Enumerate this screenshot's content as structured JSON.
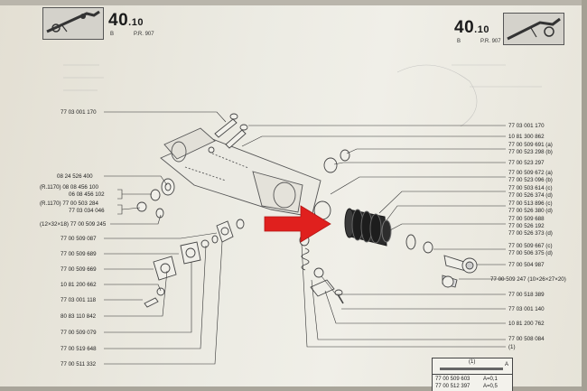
{
  "header": {
    "left_chapter": "40",
    "left_chapter_sub": ".10",
    "left_code_a": "B",
    "left_code_b": "P.R. 907",
    "right_chapter": "40",
    "right_chapter_sub": ".10",
    "right_code_a": "B",
    "right_code_b": "P.R. 907"
  },
  "left_labels": [
    "77 03 001 170",
    "08 24 526 400",
    "(R.1170) 08 08 456 100",
    "06 08 456 102",
    "(R.1170) 77 00 503 284",
    "77 03 034 046",
    "(12×32×18) 77 00 509 245",
    "77 00 509 087",
    "77 00 509 689",
    "77 00 509 669",
    "10 81 200 662",
    "77 03 001 118",
    "80 83 110 842",
    "77 00 509 079",
    "77 00 519 648",
    "77 00 511 332"
  ],
  "right_labels": [
    "77 03 001 170",
    "10 81 300 862",
    "77 00 509 691 (a)",
    "77 00 523 298 (b)",
    "77 00 523 297",
    "77 00 509 672 (a)",
    "77 00 523 096 (b)",
    "77 00 503 614 (c)",
    "77 00 526 374 (d)",
    "77 00 513 896 (c)",
    "77 00 526 380 (d)",
    "77 00 509 688",
    "77 00 526 192",
    "77 00 526 373 (d)",
    "77 00 509 667 (c)",
    "77 00 506 375 (d)",
    "77 00 504 987",
    "77 00 509 247 (10×26×27×20)",
    "77 00 518 389",
    "77 03 001 140",
    "10 81 200 762",
    "77 00 508 084",
    "(1)"
  ],
  "legend": {
    "ref": "(1)",
    "dim_a": "A",
    "part": "77 00 509 603",
    "value": "A=0,1",
    "part2": "77 00 512 397",
    "value2": "A=0,5"
  },
  "colors": {
    "paper": "#ecebe3",
    "ink": "#222222",
    "arrow": "#e0201e"
  },
  "icons": {
    "arrow": "red-pointer-arrow",
    "thumbnail": "steering-rack-thumbnail"
  }
}
